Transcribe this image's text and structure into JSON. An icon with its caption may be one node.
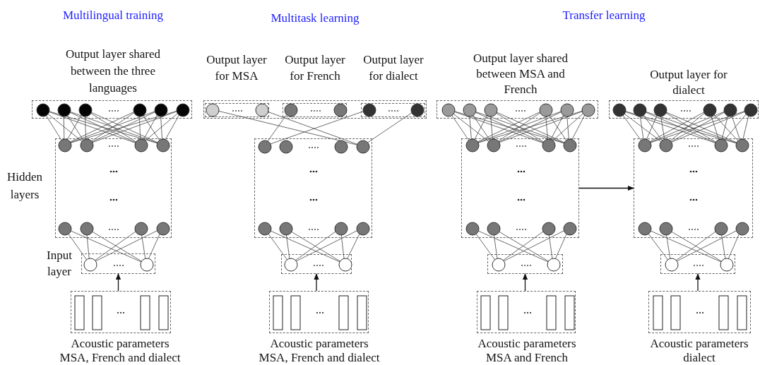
{
  "diagram": {
    "nodes": [
      {
        "text": [
          "Output layer shared between the three languages"
        ]
      },
      {
        "text": [],
        "shape": "box",
        "beside": [
          "Hidden layers"
        ]
      },
      {
        "text": [],
        "shape": "box",
        "beside": [
          "Input layer"
        ]
      },
      {
        "text": [
          "Acoustic parameters MSA, French and dialect"
        ]
      },
      {
        "text": [],
        "shape": "box"
      },
      {
        "text": [
          "Output layer for MSA"
        ],
        "in": 4
      },
      {
        "text": [
          "Output layer for French"
        ],
        "in": 4
      },
      {
        "text": [
          "Output layer for dialect"
        ],
        "in": 4
      },
      {
        "text": [],
        "shape": "box"
      },
      {
        "text": [],
        "shape": "box"
      },
      {
        "text": [
          "Acoustic parameters MSA, French and dialect"
        ]
      },
      {
        "text": [
          "Output layer shared between MSA and French"
        ]
      },
      {
        "text": [],
        "shape": "box"
      },
      {
        "text": [],
        "shape": "box"
      },
      {
        "text": [
          "Acoustic parameters MSA and French"
        ]
      },
      {
        "text": [
          "Output layer for dialect"
        ]
      },
      {
        "text": [],
        "shape": "box"
      },
      {
        "text": [],
        "shape": "box"
      },
      {
        "text": [
          "Acoustic parameters dialect"
        ]
      }
    ],
    "edges": [
      {
        "from": 3,
        "to": 2,
        "arrow": "to"
      },
      {
        "from": 10,
        "to": 9,
        "arrow": "to"
      },
      {
        "from": 12,
        "to": 16,
        "arrow": "to"
      },
      {
        "from": 14,
        "to": 13,
        "arrow": "to"
      },
      {
        "from": 18,
        "to": 17,
        "arrow": "to"
      }
    ],
    "labels": [
      "Multilingual training",
      "Multitask learning",
      "Transfer learning"
    ]
  }
}
